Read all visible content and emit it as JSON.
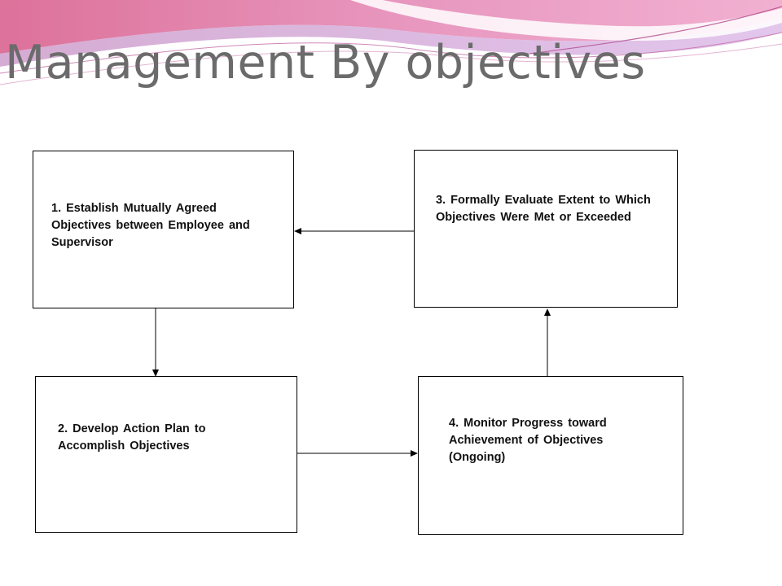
{
  "slide": {
    "title": "Management By objectives"
  },
  "diagram": {
    "steps": [
      {
        "id": "step-1",
        "text": "1. Establish Mutually Agreed Objectives between Employee and Supervisor"
      },
      {
        "id": "step-2",
        "text": "2. Develop Action Plan to Accomplish Objectives"
      },
      {
        "id": "step-3",
        "text": "3. Formally Evaluate Extent to Which Objectives Were Met or Exceeded"
      },
      {
        "id": "step-4",
        "text": "4. Monitor Progress toward Achievement of Objectives (Ongoing)"
      }
    ],
    "connections": [
      {
        "from": "step-1",
        "to": "step-2"
      },
      {
        "from": "step-2",
        "to": "step-4"
      },
      {
        "from": "step-4",
        "to": "step-3"
      },
      {
        "from": "step-3",
        "to": "step-1"
      }
    ]
  },
  "colors": {
    "title": "#6b6b6b",
    "banner_pink": "#e0609a",
    "banner_lavender": "#c9a3d6",
    "box_border": "#000000"
  }
}
